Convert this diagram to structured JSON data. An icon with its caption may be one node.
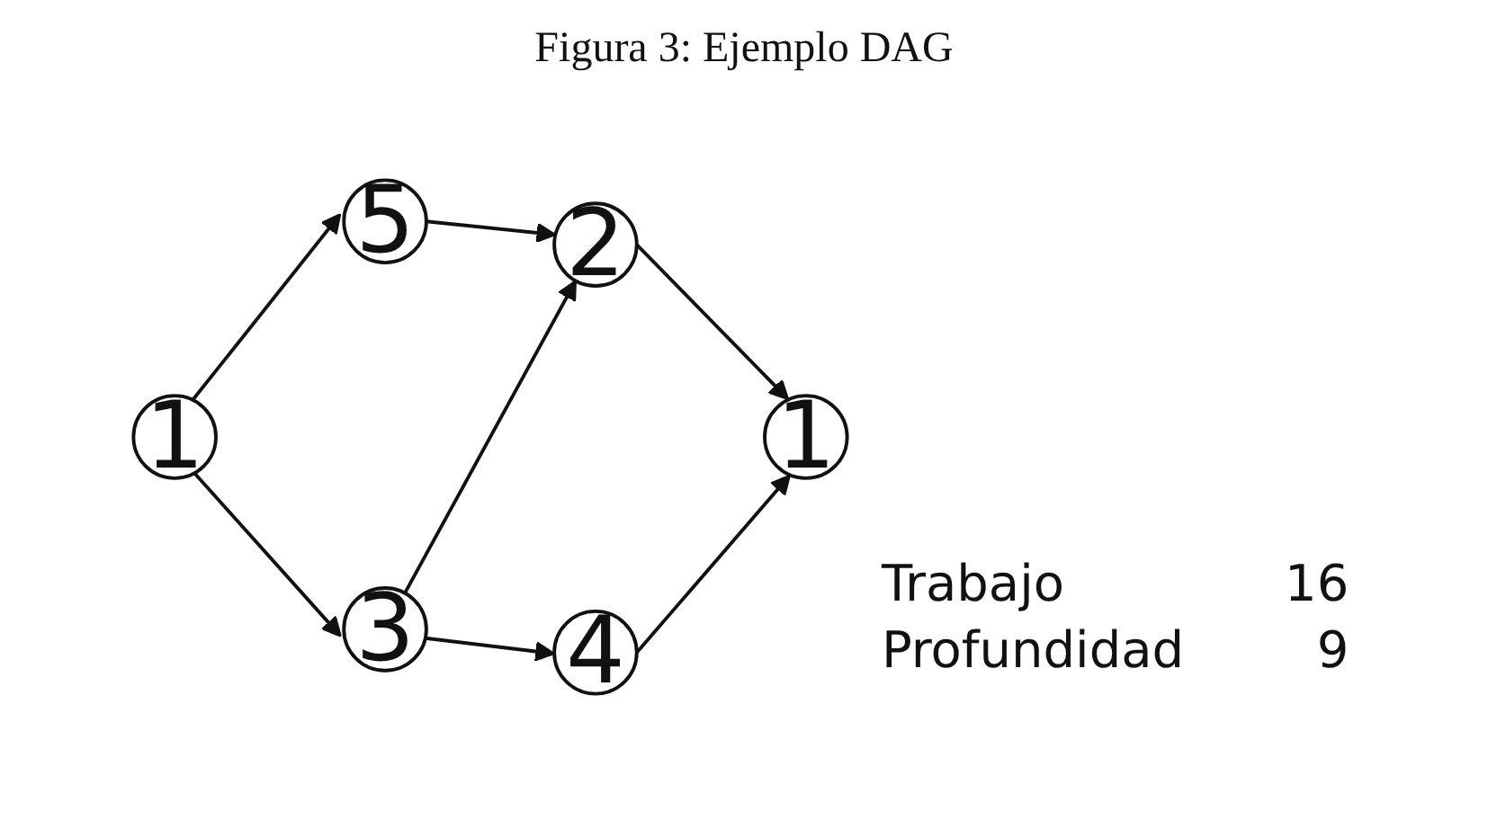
{
  "diagram": {
    "title": "Figura 3: Ejemplo DAG",
    "nodes": [
      {
        "text": [
          "1"
        ]
      },
      {
        "text": [
          "5"
        ]
      },
      {
        "text": [
          "2"
        ]
      },
      {
        "text": [
          "3"
        ]
      },
      {
        "text": [
          "4"
        ]
      },
      {
        "text": [
          "1"
        ]
      }
    ],
    "edges": [
      {
        "from": 0,
        "to": 1,
        "arrow": "to"
      },
      {
        "from": 0,
        "to": 3,
        "arrow": "to"
      },
      {
        "from": 1,
        "to": 2,
        "arrow": "to"
      },
      {
        "from": 3,
        "to": 2,
        "arrow": "to"
      },
      {
        "from": 3,
        "to": 4,
        "arrow": "to"
      },
      {
        "from": 2,
        "to": 5,
        "arrow": "to"
      },
      {
        "from": 4,
        "to": 5,
        "arrow": "to"
      }
    ],
    "labels": [
      "Trabajo",
      "16",
      "Profundidad",
      "9"
    ]
  }
}
